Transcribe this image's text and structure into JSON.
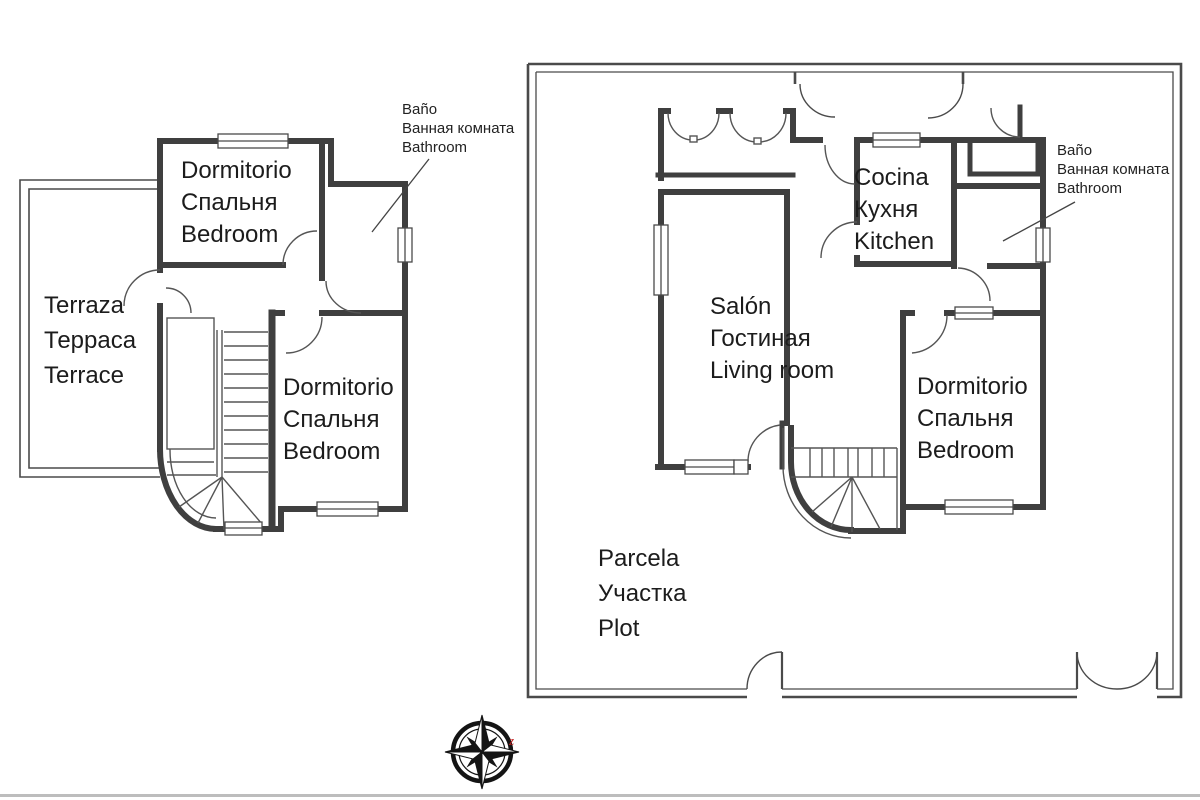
{
  "page": {
    "background": "#ffffff",
    "wall_color": "#3f3f3f",
    "accent_red": "#c22020"
  },
  "plans": {
    "upper": {
      "labels": {
        "bedroom1": {
          "lines": [
            "Dormitorio",
            "Спальня",
            "Bedroom"
          ]
        },
        "terrace": {
          "lines": [
            "Terraza",
            "Терраса",
            "Terrace"
          ]
        },
        "bedroom2": {
          "lines": [
            "Dormitorio",
            "Спальня",
            "Bedroom"
          ]
        },
        "bathroom": {
          "lines": [
            "Baño",
            "Ванная комната",
            "Bathroom"
          ]
        }
      }
    },
    "ground": {
      "labels": {
        "kitchen": {
          "lines": [
            "Cocina",
            "Кухня",
            "Kitchen"
          ]
        },
        "living": {
          "lines": [
            "Salón",
            "Гостиная",
            "Living room"
          ]
        },
        "bedroom": {
          "lines": [
            "Dormitorio",
            "Спальня",
            "Bedroom"
          ]
        },
        "plot": {
          "lines": [
            "Parcela",
            "Участка",
            "Plot"
          ]
        },
        "bathroom": {
          "lines": [
            "Baño",
            "Ванная комната",
            "Bathroom"
          ]
        }
      }
    }
  },
  "compass": {
    "east_mark": "z"
  }
}
